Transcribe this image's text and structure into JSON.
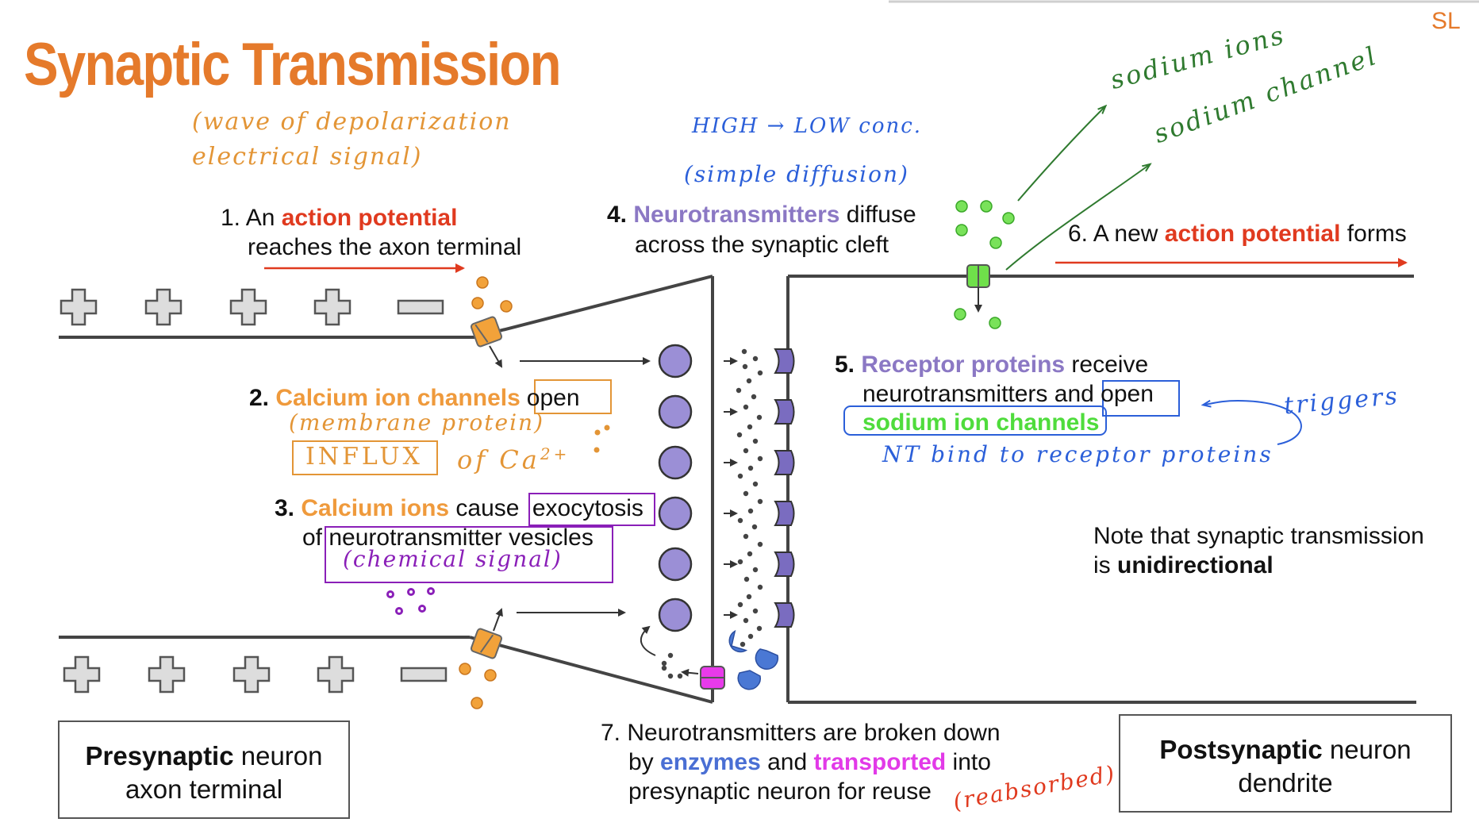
{
  "title": "Synaptic Transmission",
  "corner_tag": "SL",
  "steps": {
    "s1": {
      "num": "1.",
      "pre": "An ",
      "hl": "action potential",
      "line2": "reaches the axon terminal"
    },
    "s2": {
      "num": "2.",
      "hl": "Calcium ion channels",
      "post": "open"
    },
    "s3": {
      "num": "3.",
      "hl": "Calcium ions",
      "mid": " cause ",
      "post": "exocytosis",
      "line2_pre": "of ",
      "line2": "neurotransmitter vesicles"
    },
    "s4": {
      "num": "4.",
      "hl": "Neurotransmitters",
      "post": " diffuse",
      "line2": "across the synaptic cleft"
    },
    "s5": {
      "num": "5.",
      "hl": "Receptor proteins",
      "post": " receive",
      "line2_pre": "neurotransmitters and ",
      "line2_post": "open",
      "line3": "sodium ion channels"
    },
    "s6": {
      "num": "6.",
      "pre": " A new ",
      "hl": "action potential",
      "post": " forms"
    },
    "s7": {
      "num": "7.",
      "line1": " Neurotransmitters are broken down",
      "l2_pre": "by ",
      "l2_hl1": "enzymes",
      "l2_mid": " and ",
      "l2_hl2": "transported",
      "l2_post": " into",
      "line3": "presynaptic neuron for reuse"
    }
  },
  "note": {
    "line1": "Note that synaptic transmission",
    "line2_pre": "is ",
    "line2_bold": "unidirectional"
  },
  "labels": {
    "presynaptic_bold": "Presynaptic",
    "presynaptic_rest": " neuron",
    "presynaptic_line2": "axon terminal",
    "postsynaptic_bold": "Postsynaptic",
    "postsynaptic_rest": " neuron",
    "postsynaptic_line2": "dendrite"
  },
  "handwritten": {
    "wave_line1": "(wave of depolarization",
    "wave_line2": "electrical signal)",
    "high_low": "HIGH → LOW conc.",
    "simple_diffusion": "(simple diffusion)",
    "sodium_ions": "sodium ions",
    "sodium_channel": "sodium channel",
    "membrane_protein": "(membrane protein)",
    "influx": "INFLUX",
    "of_ca": "of Ca",
    "ca_charge": "2+",
    "chemical_signal": "(chemical signal)",
    "triggers": "triggers",
    "nt_bind": "NT bind to receptor proteins",
    "reabsorbed": "(reabsorbed)"
  },
  "colors": {
    "title": "#e57a2b",
    "action_potential": "#e03a1f",
    "calcium": "#ef9a3c",
    "neuro": "#8b78c4",
    "sodium": "#4fdc3c",
    "enzyme": "#4a6fd4",
    "transport": "#e23ae8",
    "handwritten_blue": "#2b5fd9",
    "handwritten_green": "#2f7a2f",
    "handwritten_purple": "#8a1fb8",
    "handwritten_orange": "#e39536"
  }
}
